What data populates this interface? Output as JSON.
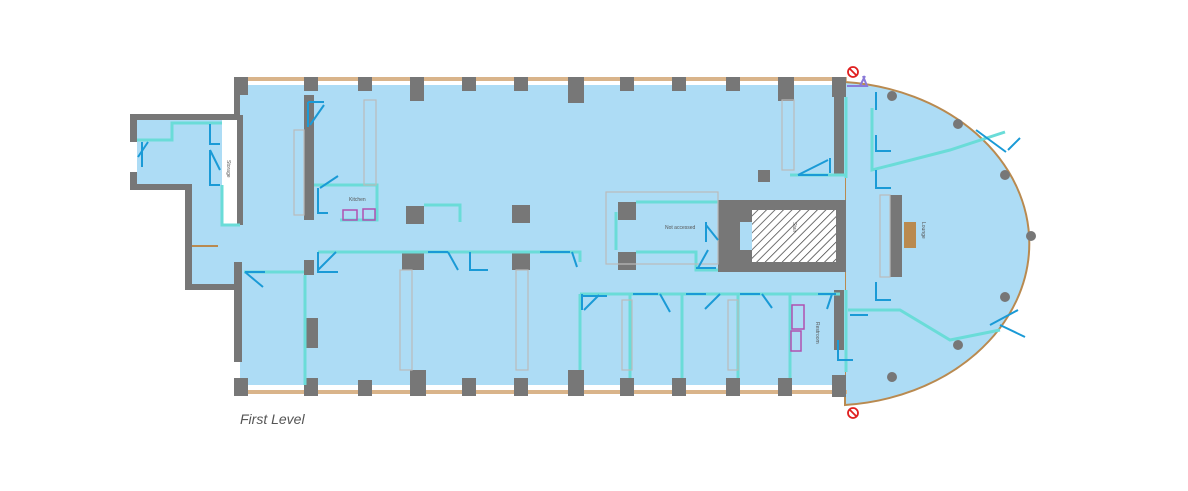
{
  "plan": {
    "title": "First Level",
    "rooms": {
      "kitchen": "Kitchen",
      "not_accessed": "Not accessed",
      "storage": "Storage",
      "stair": "Stair",
      "restroom": "Restroom",
      "lounge": "Lounge"
    }
  },
  "colors": {
    "floor": "#addcf5",
    "wall": "#777777",
    "partition": "#6adcd8",
    "door": "#1a9ad6",
    "fixture": "#b050b0",
    "furniture": "#b98a50",
    "no_entry": "#e02020"
  }
}
